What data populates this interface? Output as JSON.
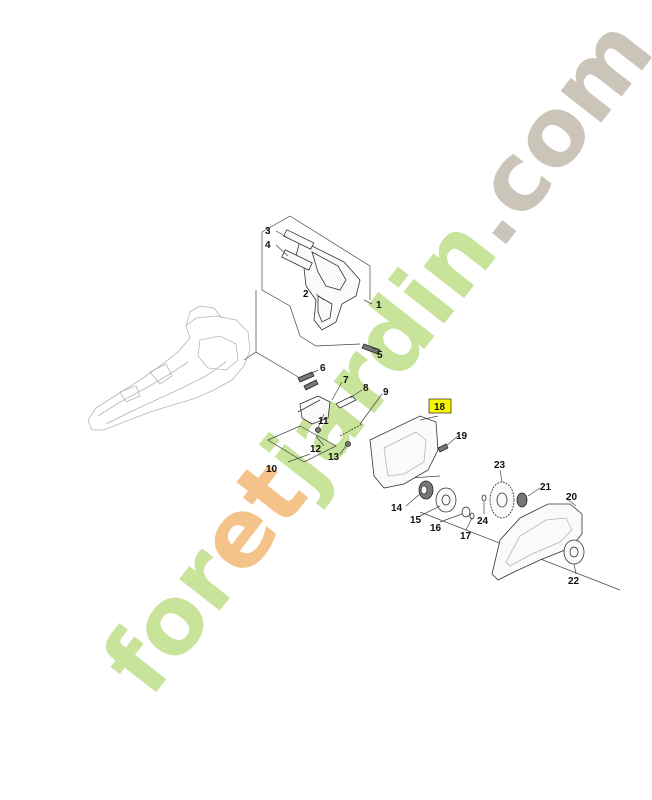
{
  "diagram": {
    "highlight_color": "#f7f700",
    "watermark": {
      "parts": [
        {
          "text": "for",
          "color": "#c8e39a"
        },
        {
          "text": "et",
          "color": "#f4c38a"
        },
        {
          "text": "jardin",
          "color": "#c8e39a"
        },
        {
          "text": ".com",
          "color": "#cbc4b8"
        }
      ]
    },
    "labels": {
      "p1": "1",
      "p2": "2",
      "p3": "3",
      "p4": "4",
      "p5": "5",
      "p6": "6",
      "p7": "7",
      "p8": "8",
      "p9": "9",
      "p10": "10",
      "p11": "11",
      "p12": "12",
      "p13": "13",
      "p14": "14",
      "p15": "15",
      "p16": "16",
      "p17": "17",
      "p18": "18",
      "p19": "19",
      "p20": "20",
      "p21": "21",
      "p22": "22",
      "p23": "23",
      "p24": "24"
    }
  }
}
